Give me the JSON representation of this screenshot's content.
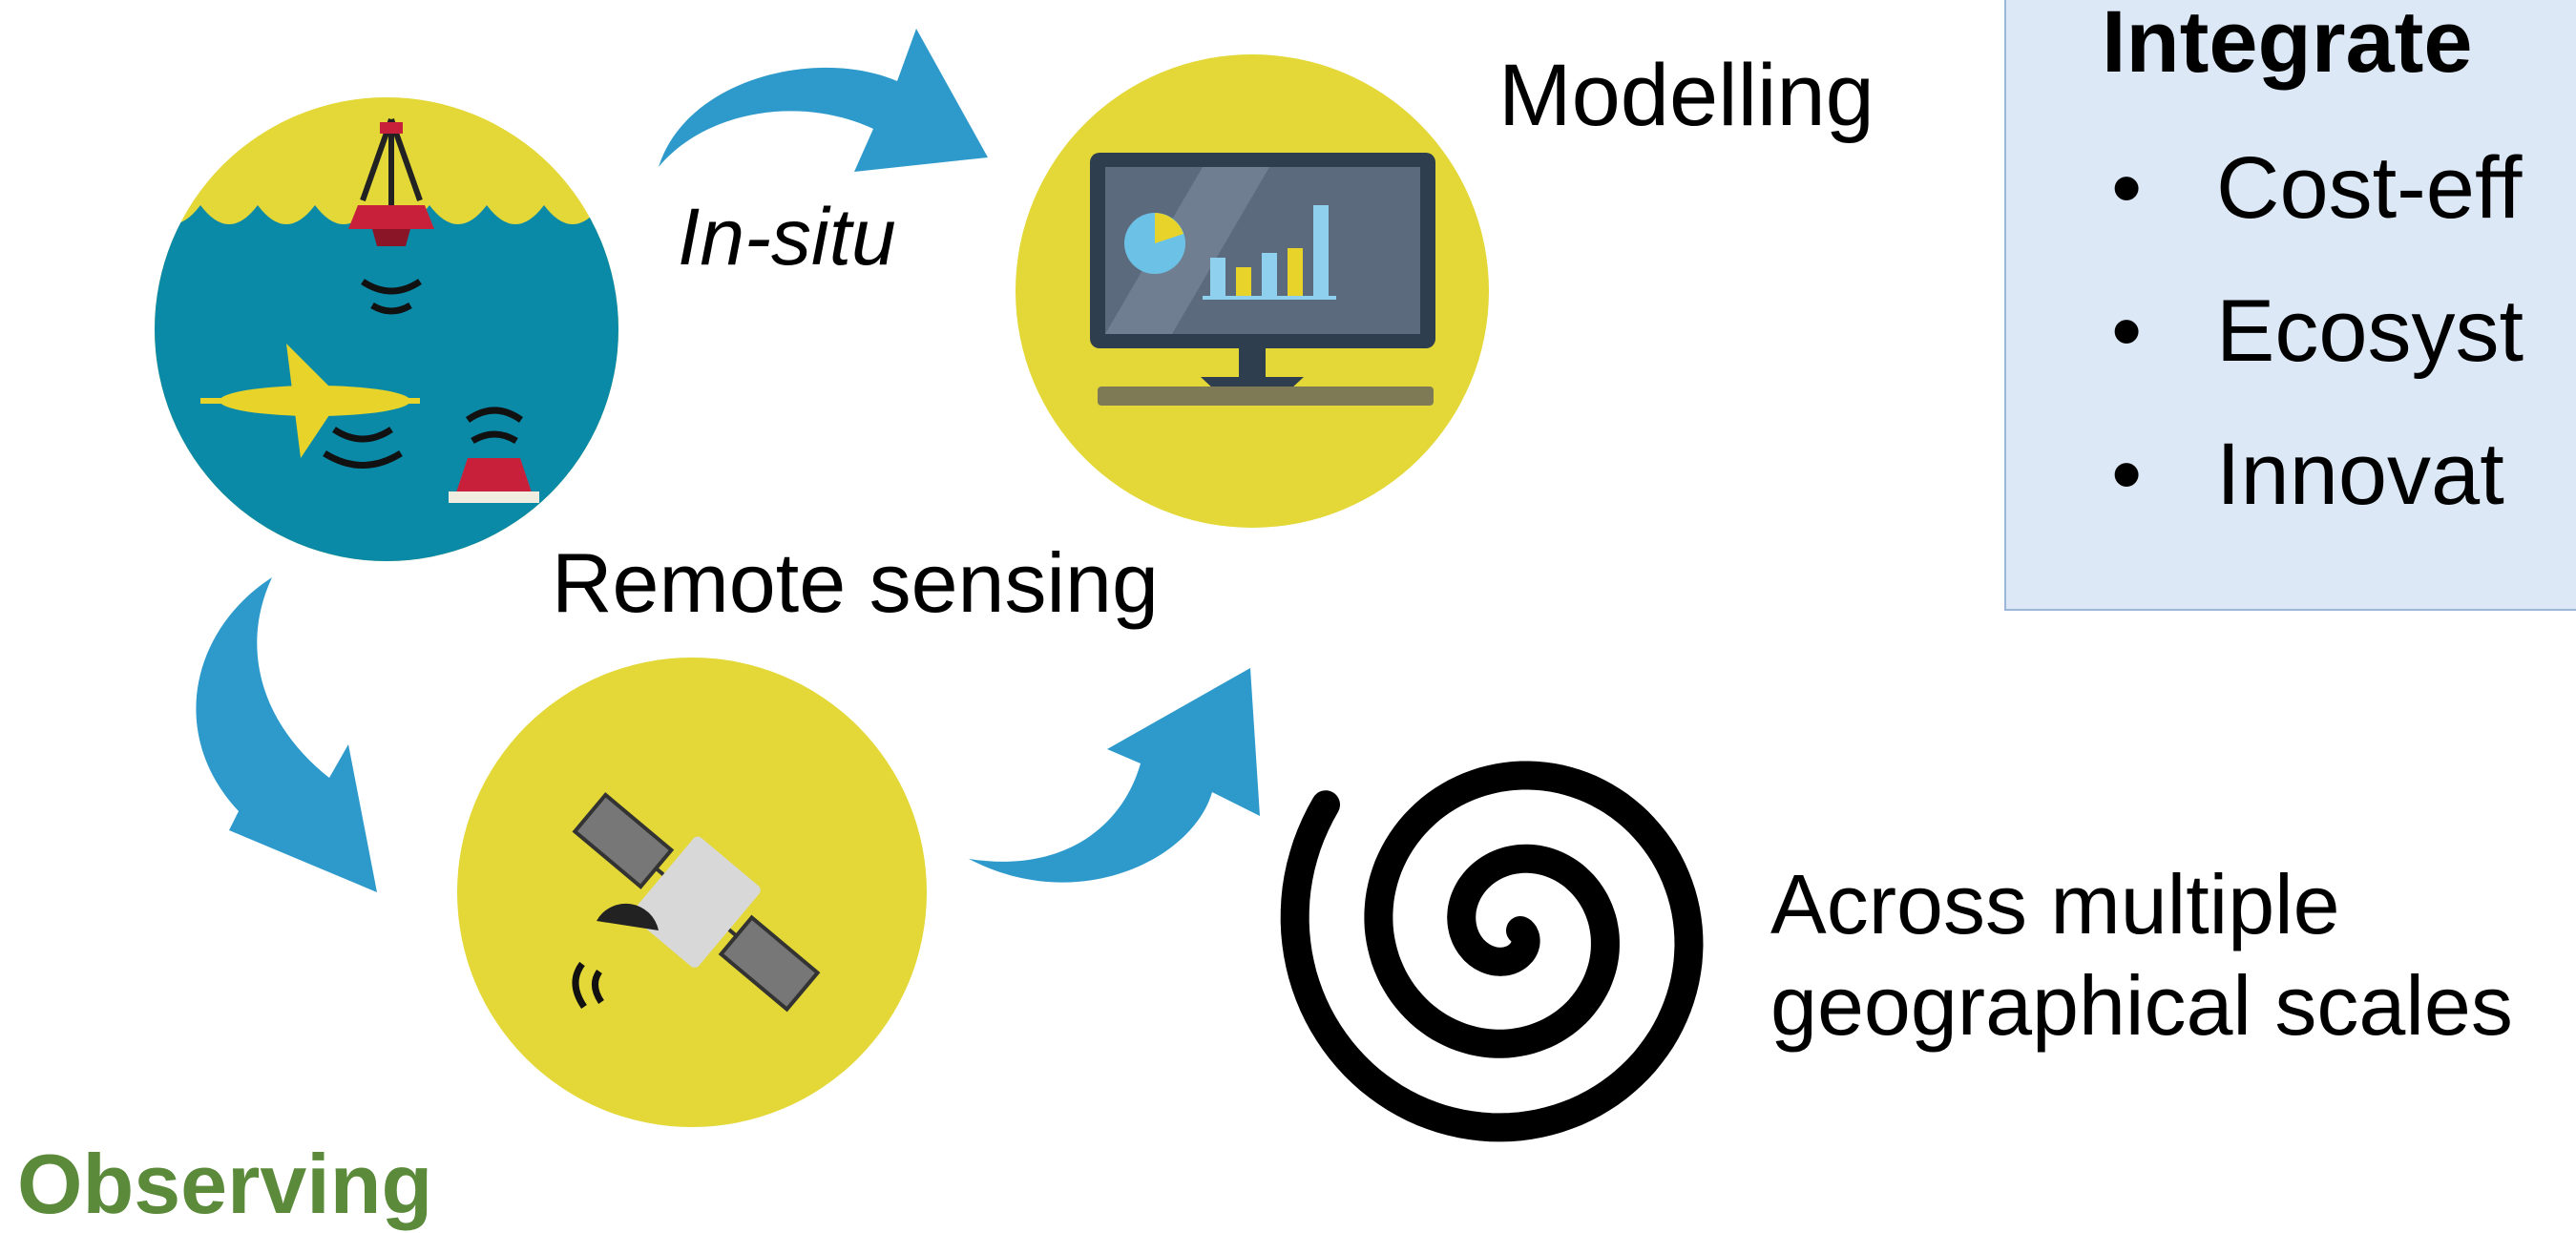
{
  "labels": {
    "modelling": "Modelling",
    "in_situ": "In-situ",
    "remote_sensing": "Remote sensing",
    "observing": "Observing",
    "across": "Across multiple geographical scales"
  },
  "panel": {
    "title": "Integrate",
    "bullet": "•",
    "items": [
      {
        "text": "Cost-eff"
      },
      {
        "text": "Ecosyst"
      },
      {
        "text": "Innovat"
      }
    ]
  },
  "colors": {
    "yellow": "#e3d837",
    "ocean": "#0b8aa8",
    "arrow_blue": "#2e9acb",
    "observing_green": "#5b8a3a",
    "panel_bg": "#dde8f6"
  },
  "icons": [
    "ocean-sensors-icon",
    "monitor-chart-icon",
    "satellite-icon",
    "spiral-icon"
  ]
}
